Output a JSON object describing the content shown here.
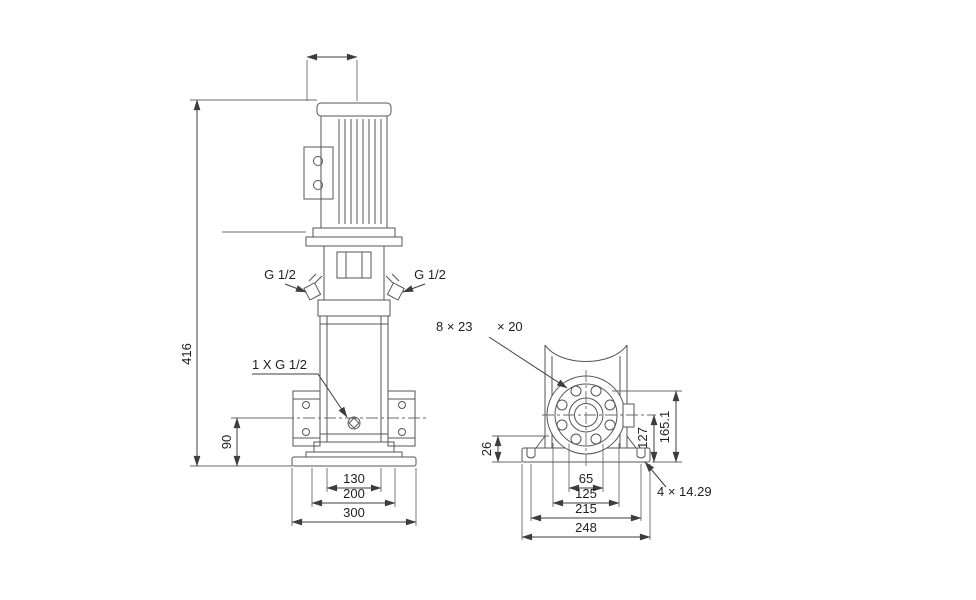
{
  "front_view": {
    "dim_total_height": "416",
    "dim_port_height": "90",
    "dim_footprint_inner": "130",
    "dim_footprint_mid": "200",
    "dim_footprint_outer": "300",
    "label_port_left": "G 1/2",
    "label_port_right": "G 1/2",
    "label_plug": "1 X G 1/2"
  },
  "side_view": {
    "label_bolt_holes_a": "8 × 23",
    "label_bolt_holes_b": "× 20",
    "dim_base_height": "26",
    "dim_center_height": "127",
    "dim_bolt_top_height": "165.1",
    "dim_w65": "65",
    "dim_w125": "125",
    "dim_w215": "215",
    "dim_w248": "248",
    "label_base_slots": "4 × 14.29"
  }
}
